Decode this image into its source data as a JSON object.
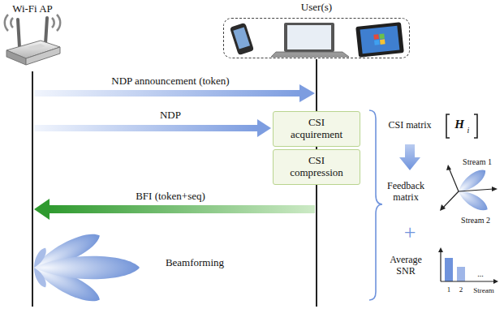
{
  "diagram": {
    "nodes": [
      {
        "text": [
          "User(s)"
        ]
      },
      {
        "text": [
          "CSI acquirement"
        ]
      },
      {
        "text": [
          "CSI compression"
        ]
      }
    ],
    "labels": [
      "Wi-Fi AP",
      "NDP announcement (token)",
      "NDP",
      "BFI (token+seq)",
      "Beamforming",
      "CSI matrix",
      "H",
      "i",
      "Feedback matrix",
      "Stream 1",
      "Stream 2",
      "+",
      "Average SNR",
      "1",
      "2",
      "...",
      "Stream"
    ]
  }
}
